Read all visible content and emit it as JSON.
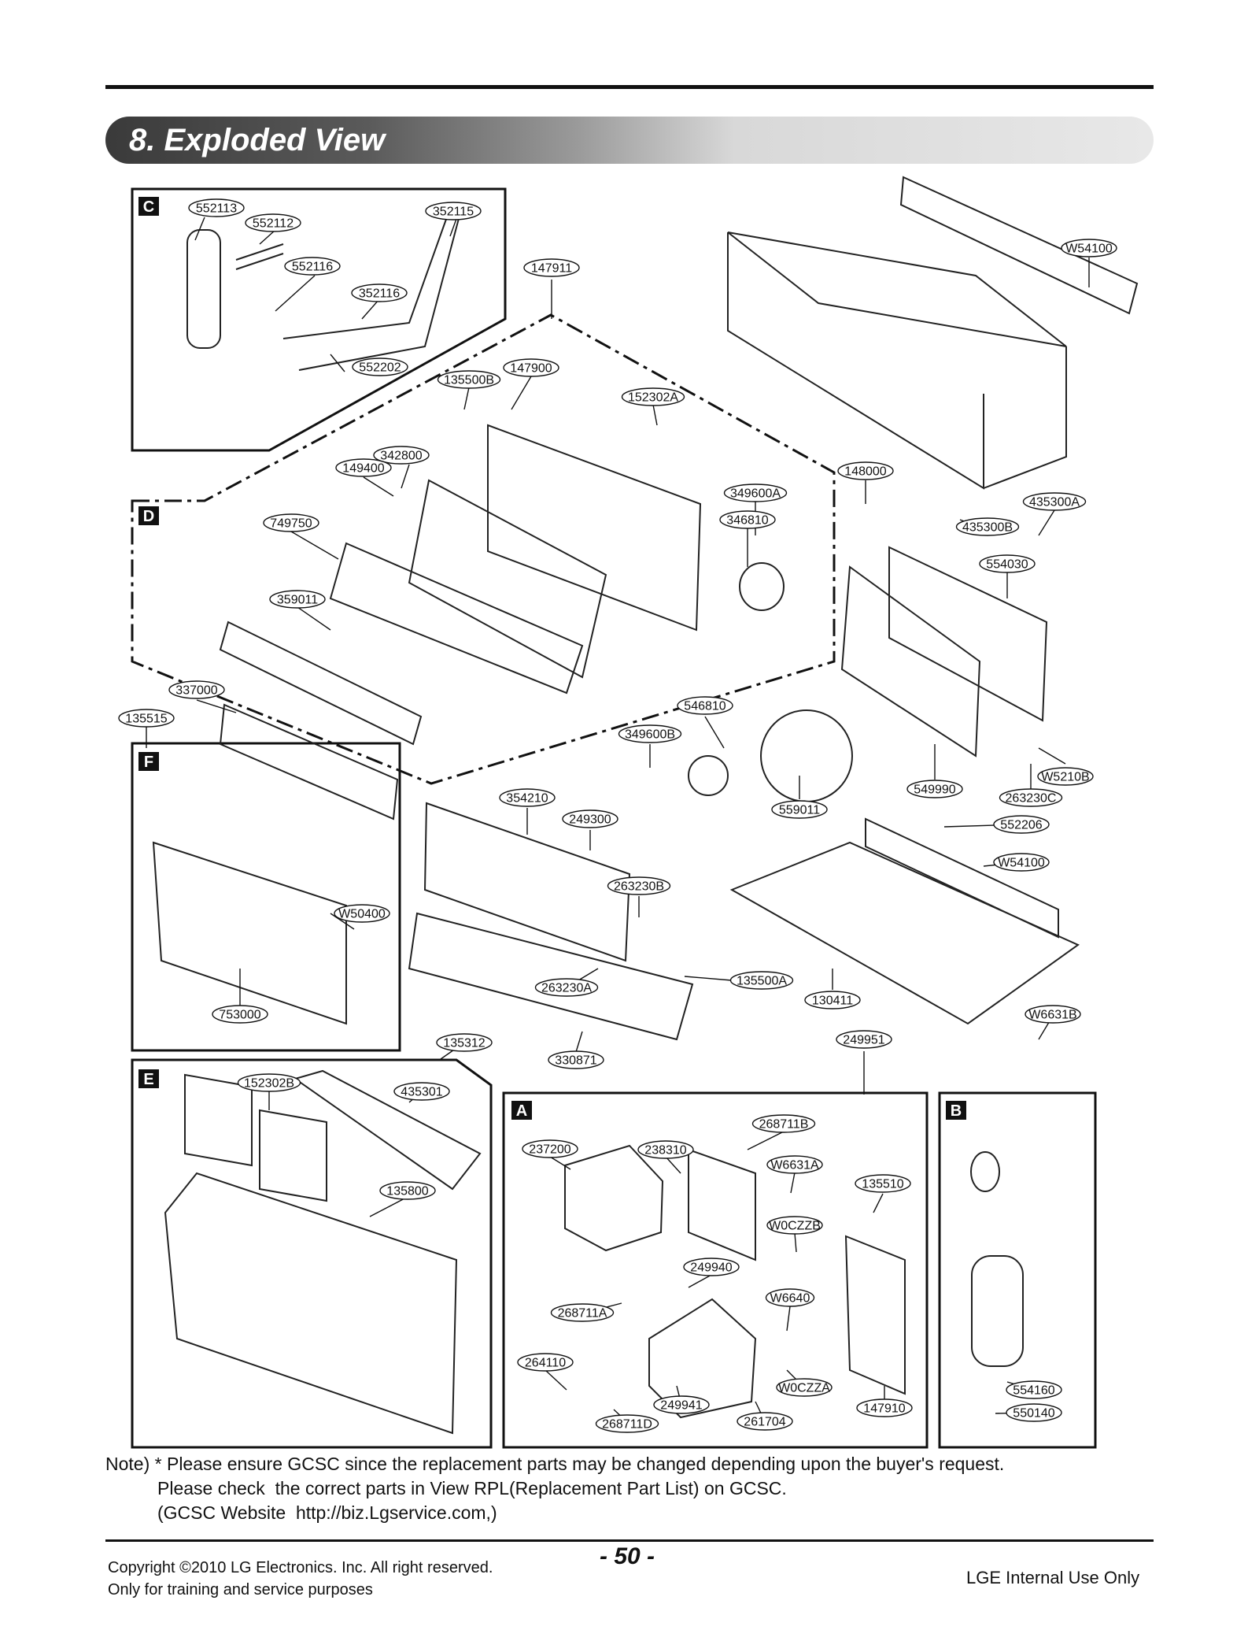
{
  "section_title": "8. Exploded View",
  "boxes": {
    "c": "C",
    "d": "D",
    "f": "F",
    "e": "E",
    "a": "A",
    "b": "B"
  },
  "parts": [
    {
      "label": "552113"
    },
    {
      "label": "552112"
    },
    {
      "label": "352115"
    },
    {
      "label": "552116"
    },
    {
      "label": "352116"
    },
    {
      "label": "552202"
    },
    {
      "label": "147911"
    },
    {
      "label": "W54100"
    },
    {
      "label": "135500B"
    },
    {
      "label": "147900"
    },
    {
      "label": "152302A"
    },
    {
      "label": "342800"
    },
    {
      "label": "149400"
    },
    {
      "label": "148000"
    },
    {
      "label": "349600A"
    },
    {
      "label": "435300A"
    },
    {
      "label": "346810"
    },
    {
      "label": "435300B"
    },
    {
      "label": "749750"
    },
    {
      "label": "554030"
    },
    {
      "label": "359011"
    },
    {
      "label": "546810"
    },
    {
      "label": "337000"
    },
    {
      "label": "135515"
    },
    {
      "label": "349600B"
    },
    {
      "label": "W5210B"
    },
    {
      "label": "549990"
    },
    {
      "label": "263230C"
    },
    {
      "label": "354210"
    },
    {
      "label": "559011"
    },
    {
      "label": "552206"
    },
    {
      "label": "249300"
    },
    {
      "label": "W54100"
    },
    {
      "label": "263230B"
    },
    {
      "label": "W50400"
    },
    {
      "label": "135500A"
    },
    {
      "label": "263230A"
    },
    {
      "label": "130411"
    },
    {
      "label": "W6631B"
    },
    {
      "label": "753000"
    },
    {
      "label": "135312"
    },
    {
      "label": "249951"
    },
    {
      "label": "330871"
    },
    {
      "label": "152302B"
    },
    {
      "label": "435301"
    },
    {
      "label": "268711B"
    },
    {
      "label": "237200"
    },
    {
      "label": "238310"
    },
    {
      "label": "W6631A"
    },
    {
      "label": "135510"
    },
    {
      "label": "135800"
    },
    {
      "label": "W0CZZB"
    },
    {
      "label": "249940"
    },
    {
      "label": "W6640"
    },
    {
      "label": "268711A"
    },
    {
      "label": "264110"
    },
    {
      "label": "W0CZZA"
    },
    {
      "label": "249941"
    },
    {
      "label": "147910"
    },
    {
      "label": "261704"
    },
    {
      "label": "268711D"
    },
    {
      "label": "554160"
    },
    {
      "label": "550140"
    }
  ],
  "note": {
    "line1": "Note) * Please ensure GCSC since the replacement parts may be changed depending upon the buyer's request.",
    "line2": "Please check  the correct parts in View RPL(Replacement Part List) on GCSC.",
    "line3": "(GCSC Website  http://biz.Lgservice.com,)"
  },
  "footer": {
    "copyright": "Copyright ©2010 LG Electronics. Inc. All right reserved.",
    "training": "Only for training and service purposes",
    "page": "- 50 -",
    "internal": "LGE Internal Use Only"
  }
}
